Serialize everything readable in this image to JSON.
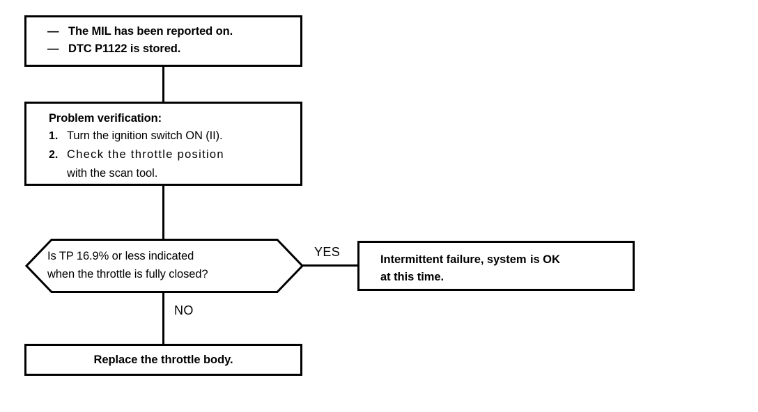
{
  "diagram": {
    "type": "flowchart",
    "title_context": "DTC P1122 troubleshooting flowchart",
    "symptom_box": {
      "bullet_mark": "—",
      "lines": [
        "The MIL has been reported on.",
        "DTC P1122 is stored."
      ]
    },
    "verification_box": {
      "heading": "Problem verification:",
      "steps": [
        {
          "number": "1.",
          "text": "Turn the ignition switch ON (II).",
          "continuation": ""
        },
        {
          "number": "2.",
          "text": "Check the throttle position",
          "continuation": "with the scan tool."
        }
      ]
    },
    "decision": {
      "line1": "Is TP 16.9% or less indicated",
      "line2": "when the throttle is fully closed?",
      "yes_label": "YES",
      "no_label": "NO"
    },
    "yes_result_box": {
      "line1_a": "Intermittent failure, system",
      "line1_b": "is OK",
      "line2": "at this time."
    },
    "no_result_box": {
      "text": "Replace the throttle body."
    },
    "colors": {
      "stroke": "#000000",
      "fill": "#ffffff",
      "text": "#000000"
    }
  }
}
